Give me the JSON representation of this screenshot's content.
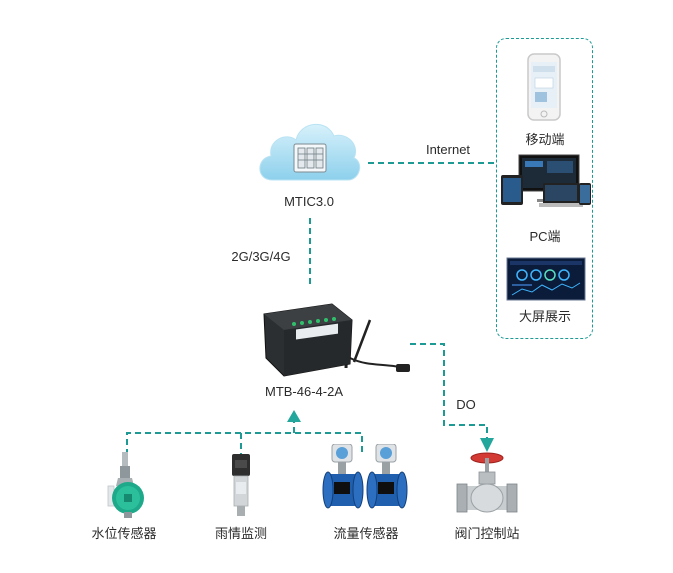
{
  "diagram": {
    "cloud": {
      "label": "MTIC3.0"
    },
    "links": {
      "internet": "Internet",
      "network": "2G/3G/4G",
      "do": "DO"
    },
    "gateway": {
      "label": "MTB-46-4-2A"
    },
    "clients": [
      {
        "label": "移动端",
        "icon": "smartphone-icon"
      },
      {
        "label": "PC端",
        "icon": "desktop-laptop-tablet-icon"
      },
      {
        "label": "大屏展示",
        "icon": "large-screen-dashboard-icon"
      }
    ],
    "sensors": [
      {
        "label": "水位传感器",
        "icon": "water-level-sensor-icon"
      },
      {
        "label": "雨情监测",
        "icon": "pressure-transmitter-icon"
      },
      {
        "label": "流量传感器",
        "icon": "electromagnetic-flowmeter-icon"
      }
    ],
    "actuator": {
      "label": "阀门控制站",
      "icon": "globe-valve-icon"
    },
    "colors": {
      "connector": "#1d9a94",
      "arrow": "#23a79c"
    }
  }
}
